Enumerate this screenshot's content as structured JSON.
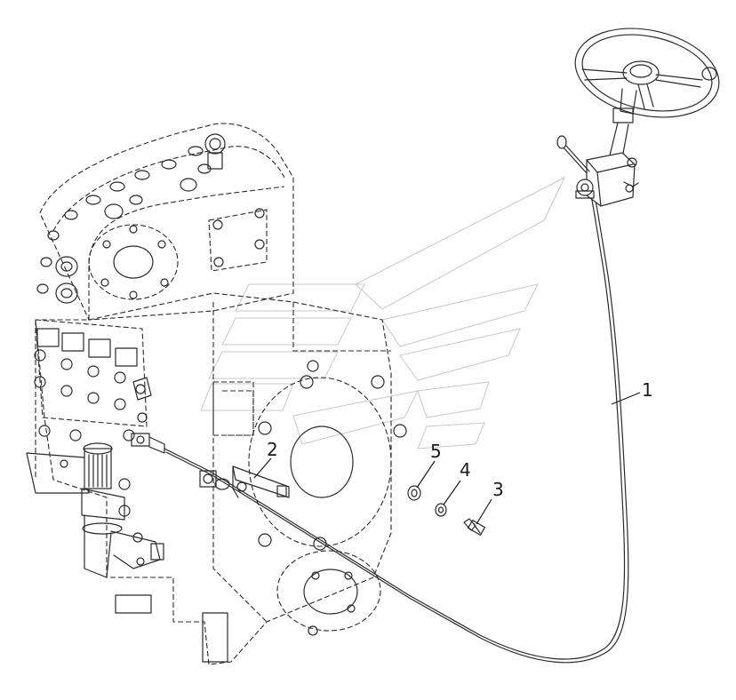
{
  "callouts": [
    {
      "id": "1",
      "label": "1"
    },
    {
      "id": "2",
      "label": "2"
    },
    {
      "id": "3",
      "label": "3"
    },
    {
      "id": "4",
      "label": "4"
    },
    {
      "id": "5",
      "label": "5"
    }
  ],
  "parts": [
    {
      "ref": "1",
      "icon": "cable-icon"
    },
    {
      "ref": "2",
      "icon": "bracket-icon"
    },
    {
      "ref": "3",
      "icon": "bolt-icon"
    },
    {
      "ref": "4",
      "icon": "washer-icon"
    },
    {
      "ref": "5",
      "icon": "lock-washer-icon"
    }
  ],
  "colors": {
    "line": "#2a2a2a",
    "watermark": "#c8c8c8",
    "background": "#ffffff"
  }
}
